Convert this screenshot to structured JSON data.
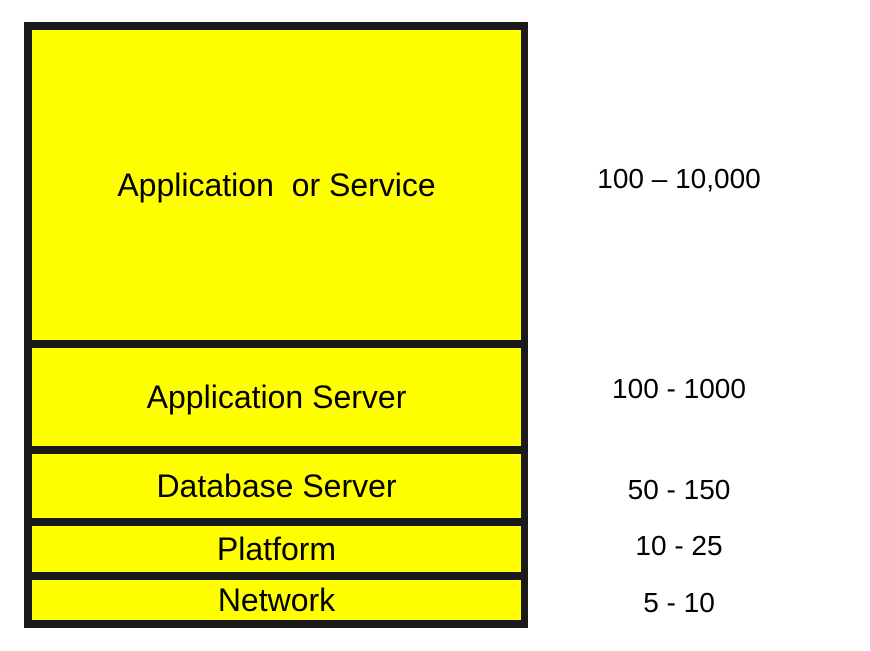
{
  "layers": [
    {
      "label": "Application  or Service",
      "range": "100 – 10,000"
    },
    {
      "label": "Application Server",
      "range": "100 - 1000"
    },
    {
      "label": "Database Server",
      "range": "50 - 150"
    },
    {
      "label": "Platform",
      "range": "10 - 25"
    },
    {
      "label": "Network",
      "range": "5 - 10"
    }
  ],
  "colors": {
    "layer_fill": "#ffff00",
    "border": "#1a1a1a",
    "text": "#000000"
  }
}
